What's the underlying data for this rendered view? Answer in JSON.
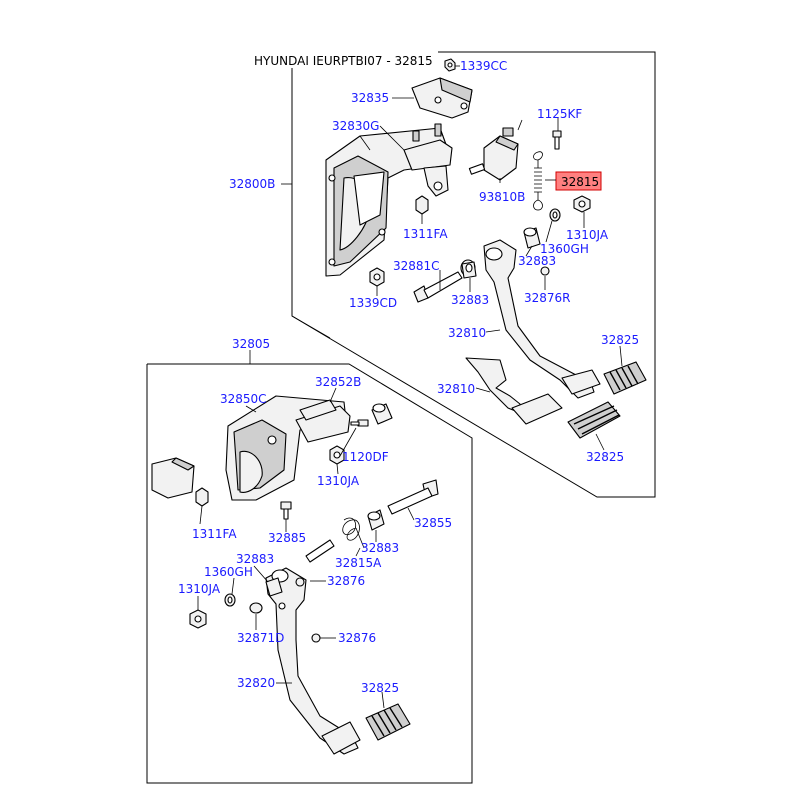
{
  "title": "HYUNDAI IEURPTBI07 - 32815",
  "highlight": {
    "part": "32815",
    "fill": "#ff8080",
    "stroke": "#d00000"
  },
  "colors": {
    "label": "#1a1aff",
    "line": "#000000"
  },
  "labels": {
    "p1339CC": "1339CC",
    "p32835": "32835",
    "p1125KF": "1125KF",
    "p32830G": "32830G",
    "p32815": "32815",
    "p32800B": "32800B",
    "p93810B": "93810B",
    "p1310JA_top": "1310JA",
    "p1311FA_top": "1311FA",
    "p1360GH_top": "1360GH",
    "p32883_top_r": "32883",
    "p32881C": "32881C",
    "p32883_top_l": "32883",
    "p32876R": "32876R",
    "p1339CD": "1339CD",
    "p32810_a": "32810",
    "p32825_a": "32825",
    "p32810_b": "32810",
    "p32825_b": "32825",
    "p32805": "32805",
    "p32852B": "32852B",
    "p32850C": "32850C",
    "p1120DF": "1120DF",
    "p1310JA_mid": "1310JA",
    "p1311FA_bot": "1311FA",
    "p32885": "32885",
    "p32855": "32855",
    "p32883_bot_r": "32883",
    "p32815A": "32815A",
    "p32883_bot_l": "32883",
    "p1360GH_bot": "1360GH",
    "p32876_a": "32876",
    "p1310JA_bot": "1310JA",
    "p32871D": "32871D",
    "p32876_b": "32876",
    "p32820": "32820",
    "p32825_c": "32825"
  }
}
